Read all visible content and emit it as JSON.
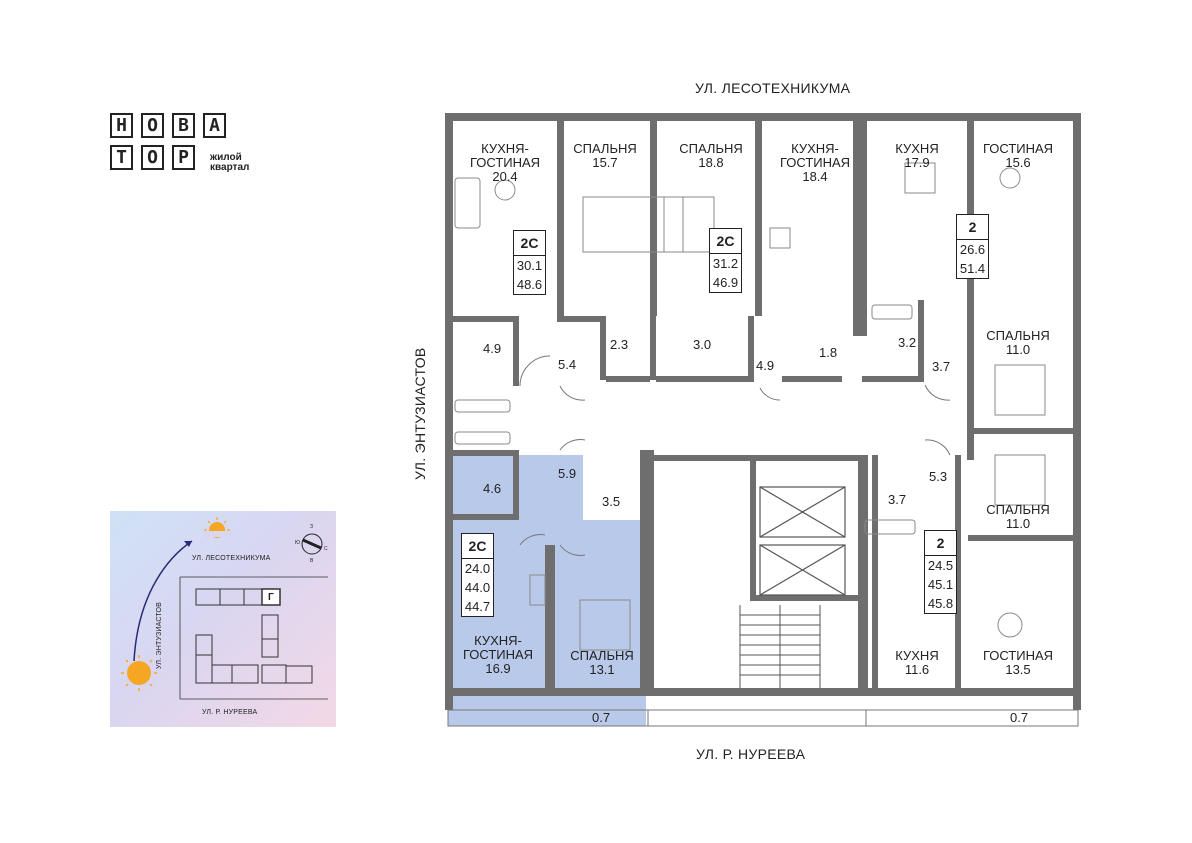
{
  "logo": {
    "letters_top": [
      "Н",
      "О",
      "В",
      "А"
    ],
    "letters_bottom": [
      "Т",
      "О",
      "Р"
    ],
    "subtitle_1": "жилой",
    "subtitle_2": "квартал"
  },
  "streets": {
    "top": "УЛ. ЛЕСОТЕХНИКУМА",
    "left": "УЛ. ЭНТУЗИАСТОВ",
    "bottom": "УЛ. Р. НУРЕЕВА"
  },
  "inset": {
    "street_top": "УЛ. ЛЕСОТЕХНИКУМА",
    "street_left": "УЛ. ЭНТУЗИАСТОВ",
    "street_bottom": "УЛ. Р. НУРЕЕВА",
    "building_mark": "Г",
    "compass": {
      "n": "З",
      "s": "В",
      "w": "Ю",
      "e": "С"
    }
  },
  "rooms": [
    {
      "id": "r1",
      "name": "КУХНЯ-\nГОСТИНАЯ",
      "area": "20.4"
    },
    {
      "id": "r2",
      "name": "СПАЛЬНЯ",
      "area": "15.7"
    },
    {
      "id": "r3",
      "name": "СПАЛЬНЯ",
      "area": "18.8"
    },
    {
      "id": "r4",
      "name": "КУХНЯ-\nГОСТИНАЯ",
      "area": "18.4"
    },
    {
      "id": "r5",
      "name": "КУХНЯ",
      "area": "17.9"
    },
    {
      "id": "r6",
      "name": "ГОСТИНАЯ",
      "area": "15.6"
    },
    {
      "id": "r7",
      "name": "СПАЛЬНЯ",
      "area": "11.0"
    },
    {
      "id": "r8",
      "name": "СПАЛЬНЯ",
      "area": "11.0"
    },
    {
      "id": "r9",
      "name": "КУХНЯ-\nГОСТИНАЯ",
      "area": "16.9"
    },
    {
      "id": "r10",
      "name": "СПАЛЬНЯ",
      "area": "13.1"
    },
    {
      "id": "r11",
      "name": "КУХНЯ",
      "area": "11.6"
    },
    {
      "id": "r12",
      "name": "ГОСТИНАЯ",
      "area": "13.5"
    }
  ],
  "small_areas": {
    "bath_a": "4.9",
    "hall_a": "5.4",
    "wc_b": "2.3",
    "bath_c": "3.0",
    "hall_c": "4.9",
    "wc_d": "1.8",
    "bath_e": "3.2",
    "hall_e": "3.7",
    "bath_f": "4.6",
    "hall_f": "5.9",
    "closet_f": "3.5",
    "bath_g": "3.7",
    "hall_g": "5.3",
    "balcony_left": "0.7",
    "balcony_right": "0.7"
  },
  "units": [
    {
      "id": "u1",
      "type": "2С",
      "areas": [
        "30.1",
        "48.6"
      ]
    },
    {
      "id": "u2",
      "type": "2С",
      "areas": [
        "31.2",
        "46.9"
      ]
    },
    {
      "id": "u3",
      "type": "2",
      "areas": [
        "26.6",
        "51.4"
      ]
    },
    {
      "id": "u4",
      "type": "2С",
      "areas": [
        "24.0",
        "44.0",
        "44.7"
      ]
    },
    {
      "id": "u5",
      "type": "2",
      "areas": [
        "24.5",
        "45.1",
        "45.8"
      ]
    }
  ],
  "colors": {
    "wall": "#6e6e6e",
    "highlight": "#b9c9ea",
    "line": "#555555"
  }
}
